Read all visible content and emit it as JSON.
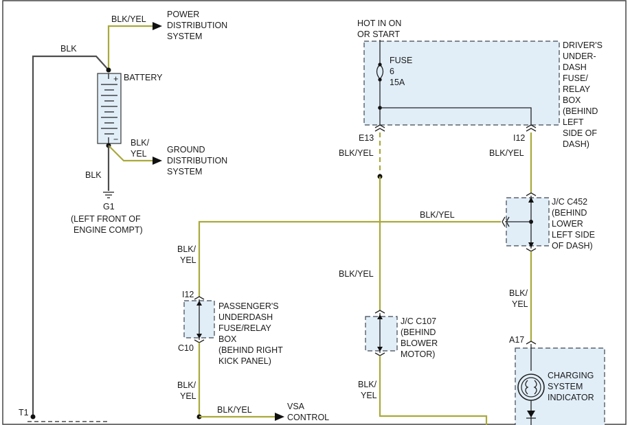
{
  "wire_colors": {
    "blk_yel": "#a9a93a",
    "blk": "#4d4d4d",
    "box_fill": "#e1eef8"
  },
  "battery": {
    "label": "BATTERY",
    "plus": "+",
    "minus": "−",
    "top_wire_label": "BLK/YEL",
    "power_dist": [
      "POWER",
      "DISTRIBUTION",
      "SYSTEM"
    ],
    "left_wire_label": "BLK",
    "bottom_wire_label": [
      "BLK/",
      "YEL"
    ],
    "ground_dist": [
      "GROUND",
      "DISTRIBUTION",
      "SYSTEM"
    ],
    "ground_wire_label": "BLK",
    "ground_id": "G1",
    "ground_loc": [
      "(LEFT FRONT OF",
      "ENGINE COMPT)"
    ]
  },
  "driver_box": {
    "hot_label": [
      "HOT IN ON",
      "OR START"
    ],
    "fuse_label": [
      "FUSE",
      "6",
      "15A"
    ],
    "name": [
      "DRIVER'S",
      "UNDER-",
      "DASH",
      "FUSE/",
      "RELAY",
      "BOX",
      "(BEHIND",
      "LEFT",
      "SIDE OF",
      "DASH)"
    ],
    "pin_left": "E13",
    "pin_right": "I12",
    "wire_left": "BLK/YEL",
    "wire_right": "BLK/YEL"
  },
  "jc_c452": {
    "name": [
      "J/C C452",
      "(BEHIND",
      "LOWER",
      "LEFT SIDE",
      "OF DASH)"
    ],
    "horiz_wire": "BLK/YEL",
    "below_wire": [
      "BLK/",
      "YEL"
    ]
  },
  "passenger_box": {
    "upper_wire": [
      "BLK/",
      "YEL"
    ],
    "pin_top": "I12",
    "pin_bottom": "C10",
    "name": [
      "PASSENGER'S",
      "UNDERDASH",
      "FUSE/RELAY",
      "BOX",
      "(BEHIND RIGHT",
      "KICK PANEL)"
    ],
    "lower_wire": [
      "BLK/",
      "YEL"
    ]
  },
  "jc_c107": {
    "upper_wire": "BLK/YEL",
    "name": [
      "J/C C107",
      "(BEHIND",
      "BLOWER",
      "MOTOR)"
    ],
    "lower_wire": [
      "BLK/",
      "YEL"
    ]
  },
  "vsa": {
    "wire": "BLK/YEL",
    "label": [
      "VSA",
      "CONTROL"
    ]
  },
  "indicator": {
    "pin": "A17",
    "name": [
      "CHARGING",
      "SYSTEM",
      "INDICATOR"
    ]
  },
  "t1": "T1"
}
